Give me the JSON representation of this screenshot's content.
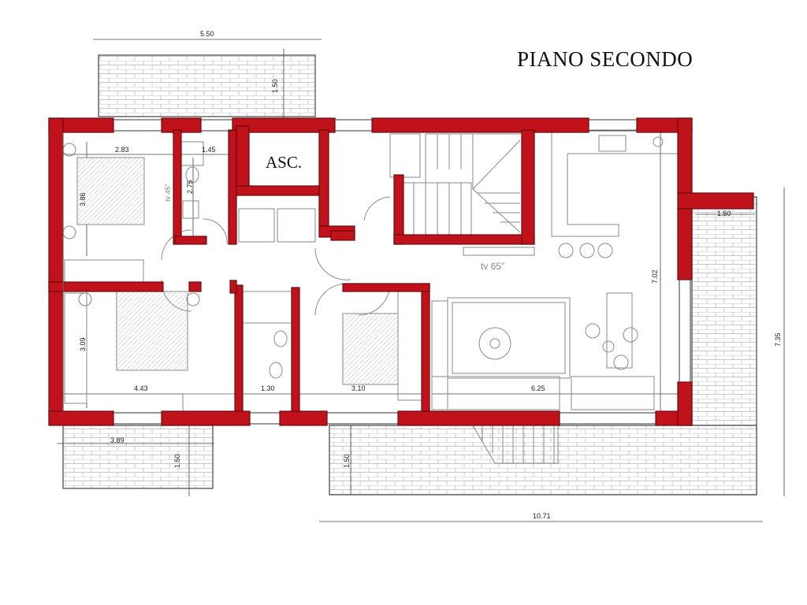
{
  "title": "PIANO SECONDO",
  "elevator_label": "ASC.",
  "tv_label": "tv 65\"",
  "tv_label_small": "tv 45\"",
  "dimensions": {
    "top_width": "5.50",
    "top_balcony_depth": "1.50",
    "bedroom1_width": "2.83",
    "bedroom1_height": "3.86",
    "bath1_width": "1.45",
    "bath1_height": "2.75",
    "right_balcony_width": "1.50",
    "living_height": "7.02",
    "total_height": "7.35",
    "bedroom2_height": "3.09",
    "bedroom2_width": "4.43",
    "bath2_width": "1.30",
    "bedroom3_width": "3.10",
    "living_width": "6.25",
    "bottom_left_balcony_width": "3.89",
    "bottom_left_balcony_depth": "1.50",
    "bottom_balcony_depth": "1.50",
    "total_width": "10.71"
  },
  "colors": {
    "wall": "#c0121b",
    "wall_outline": "#6b0a0f",
    "line": "#333333",
    "furniture": "#9a9a9a"
  }
}
